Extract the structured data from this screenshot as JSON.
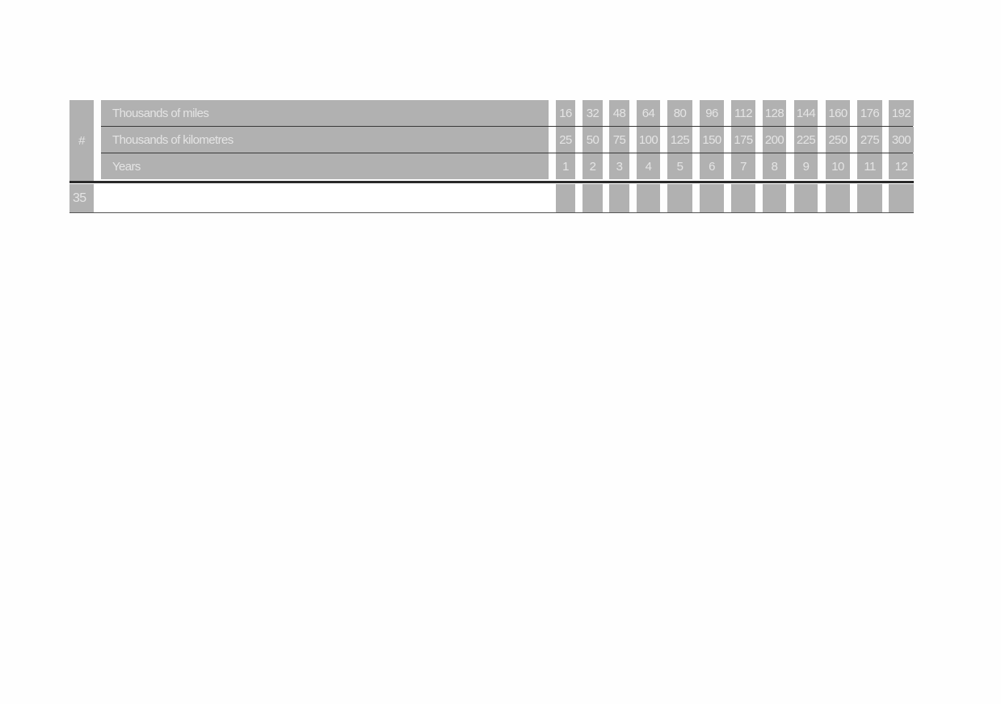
{
  "table": {
    "hash_label": "#",
    "rows": [
      {
        "label": "Thousands of miles",
        "values": [
          "16",
          "32",
          "48",
          "64",
          "80",
          "96",
          "112",
          "128",
          "144",
          "160",
          "176",
          "192"
        ]
      },
      {
        "label": "Thousands of kilometres",
        "values": [
          "25",
          "50",
          "75",
          "100",
          "125",
          "150",
          "175",
          "200",
          "225",
          "250",
          "275",
          "300"
        ]
      },
      {
        "label": "Years",
        "values": [
          "1",
          "2",
          "3",
          "4",
          "5",
          "6",
          "7",
          "8",
          "9",
          "10",
          "11",
          "12"
        ]
      }
    ],
    "entries": [
      {
        "number": "35",
        "description": ""
      }
    ]
  },
  "colors": {
    "cell_background": "#b1b1b1",
    "cell_text": "#e4e4e4",
    "rule": "#2a2a2a",
    "page_background": "#fefefe"
  }
}
